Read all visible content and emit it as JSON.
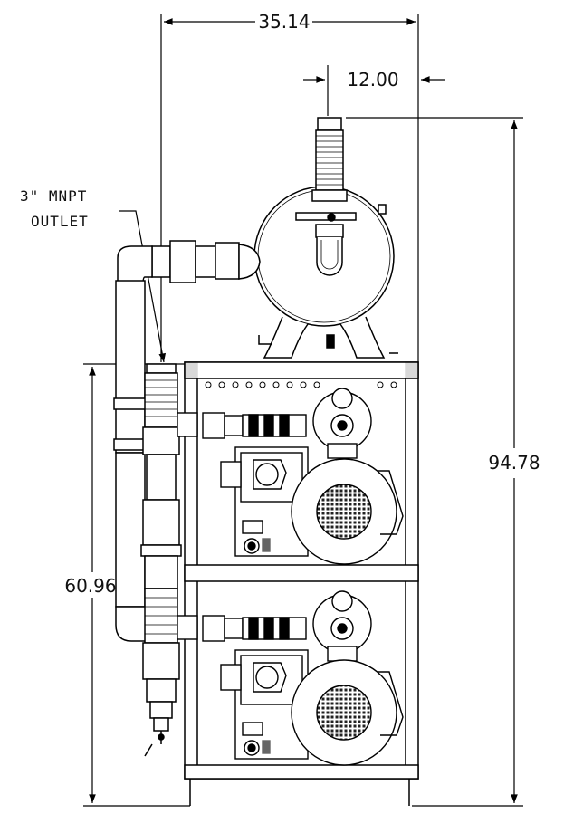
{
  "dimensions": {
    "overall_width": "35.14",
    "tank_inlet_offset": "12.00",
    "overall_height": "94.78",
    "skid_height": "60.96"
  },
  "callout": {
    "line1": "3\" MNPT",
    "line2": "OUTLET"
  }
}
